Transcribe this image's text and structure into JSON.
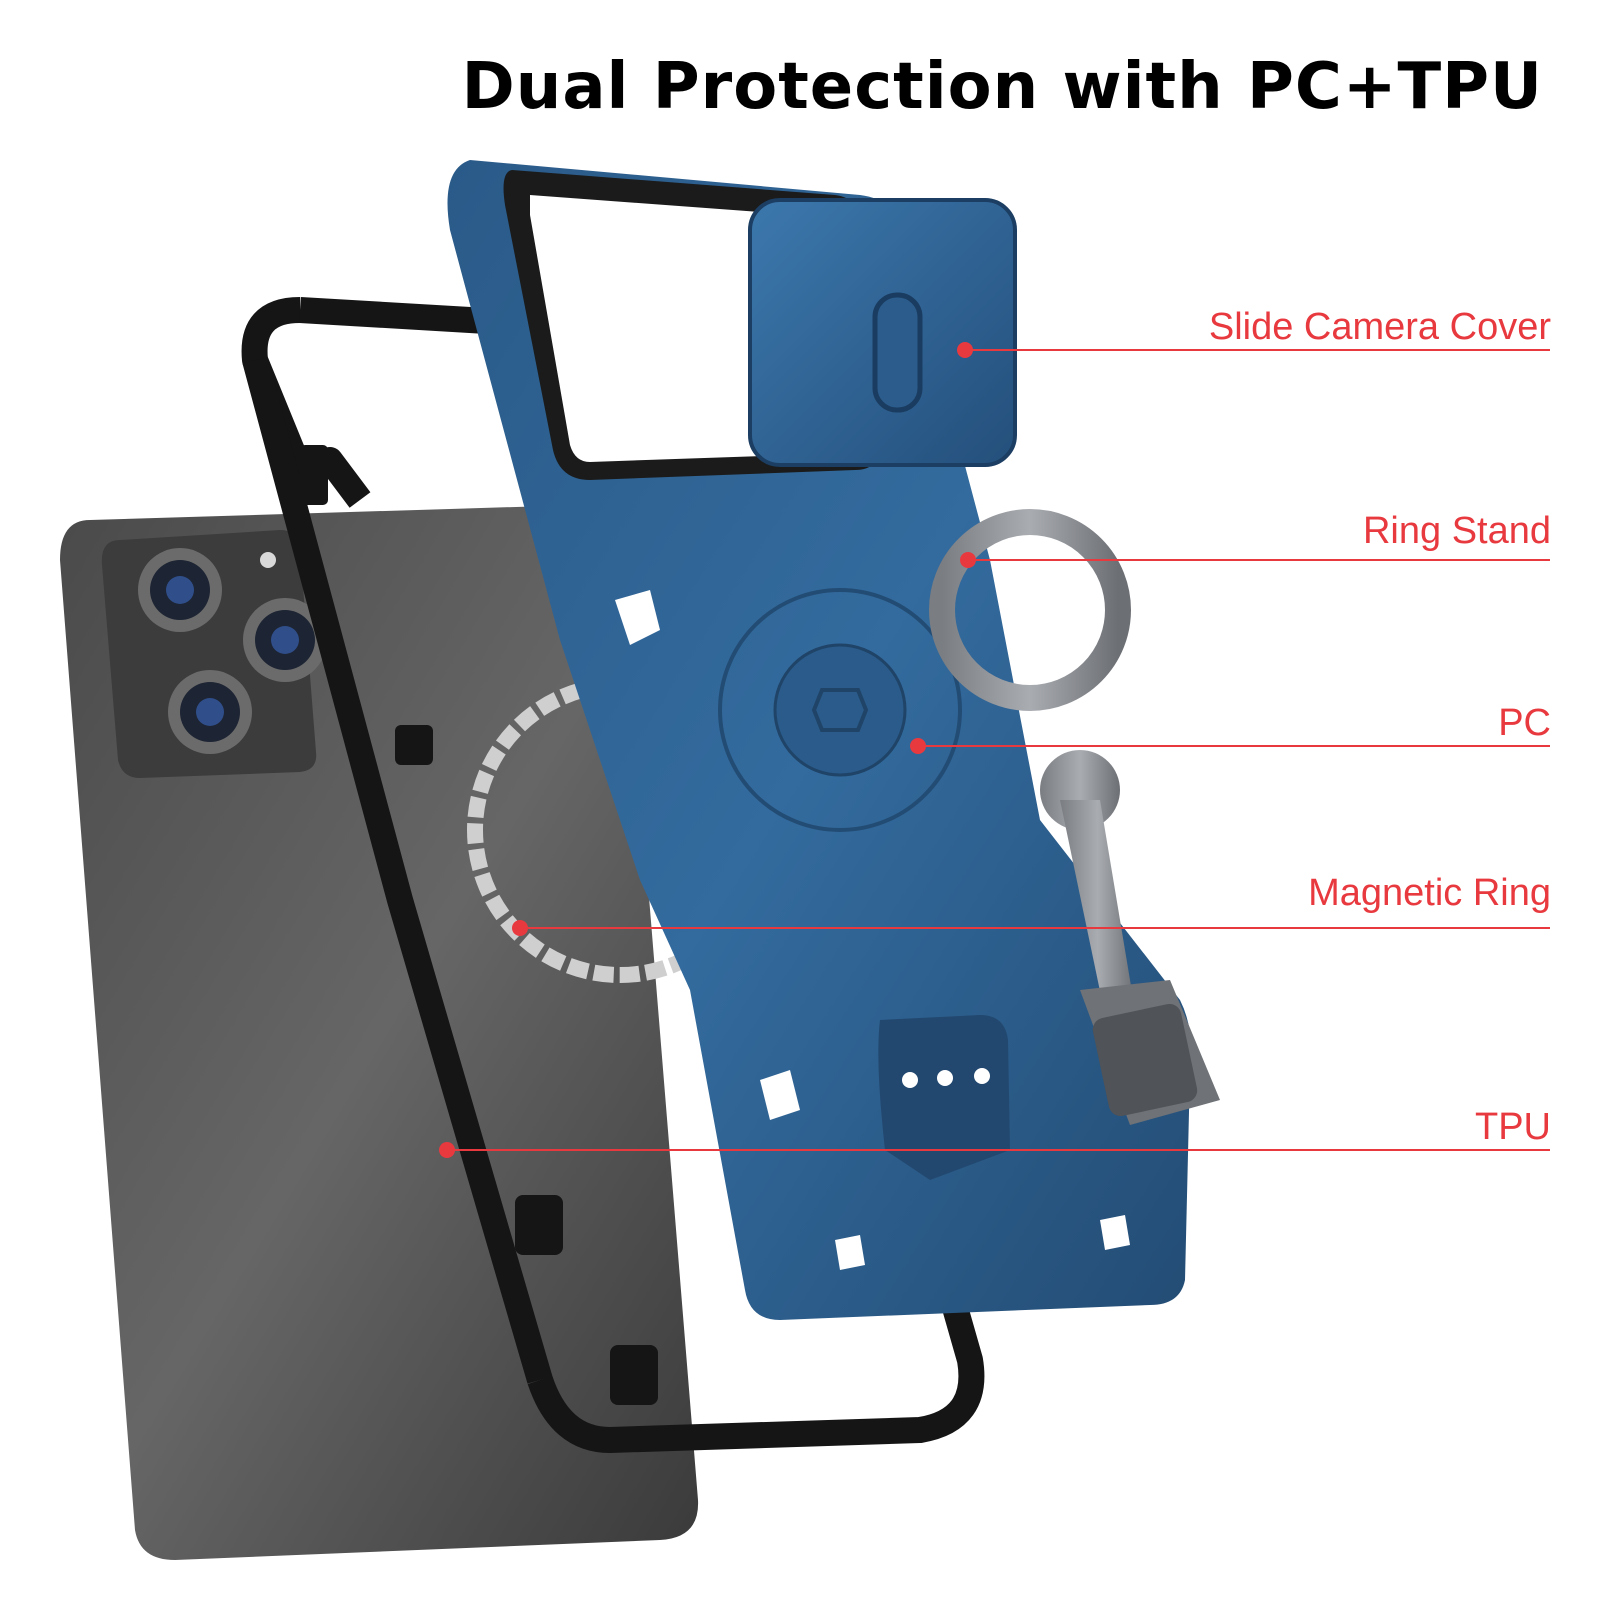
{
  "headline": "Dual Protection with PC+TPU",
  "callout_color": "#e8393f",
  "case_color": "#2d5f8e",
  "callouts": [
    {
      "id": "slide-camera-cover",
      "label": "Slide Camera Cover"
    },
    {
      "id": "ring-stand",
      "label": "Ring Stand"
    },
    {
      "id": "pc",
      "label": "PC"
    },
    {
      "id": "magnetic-ring",
      "label": "Magnetic Ring"
    },
    {
      "id": "tpu",
      "label": "TPU"
    }
  ]
}
